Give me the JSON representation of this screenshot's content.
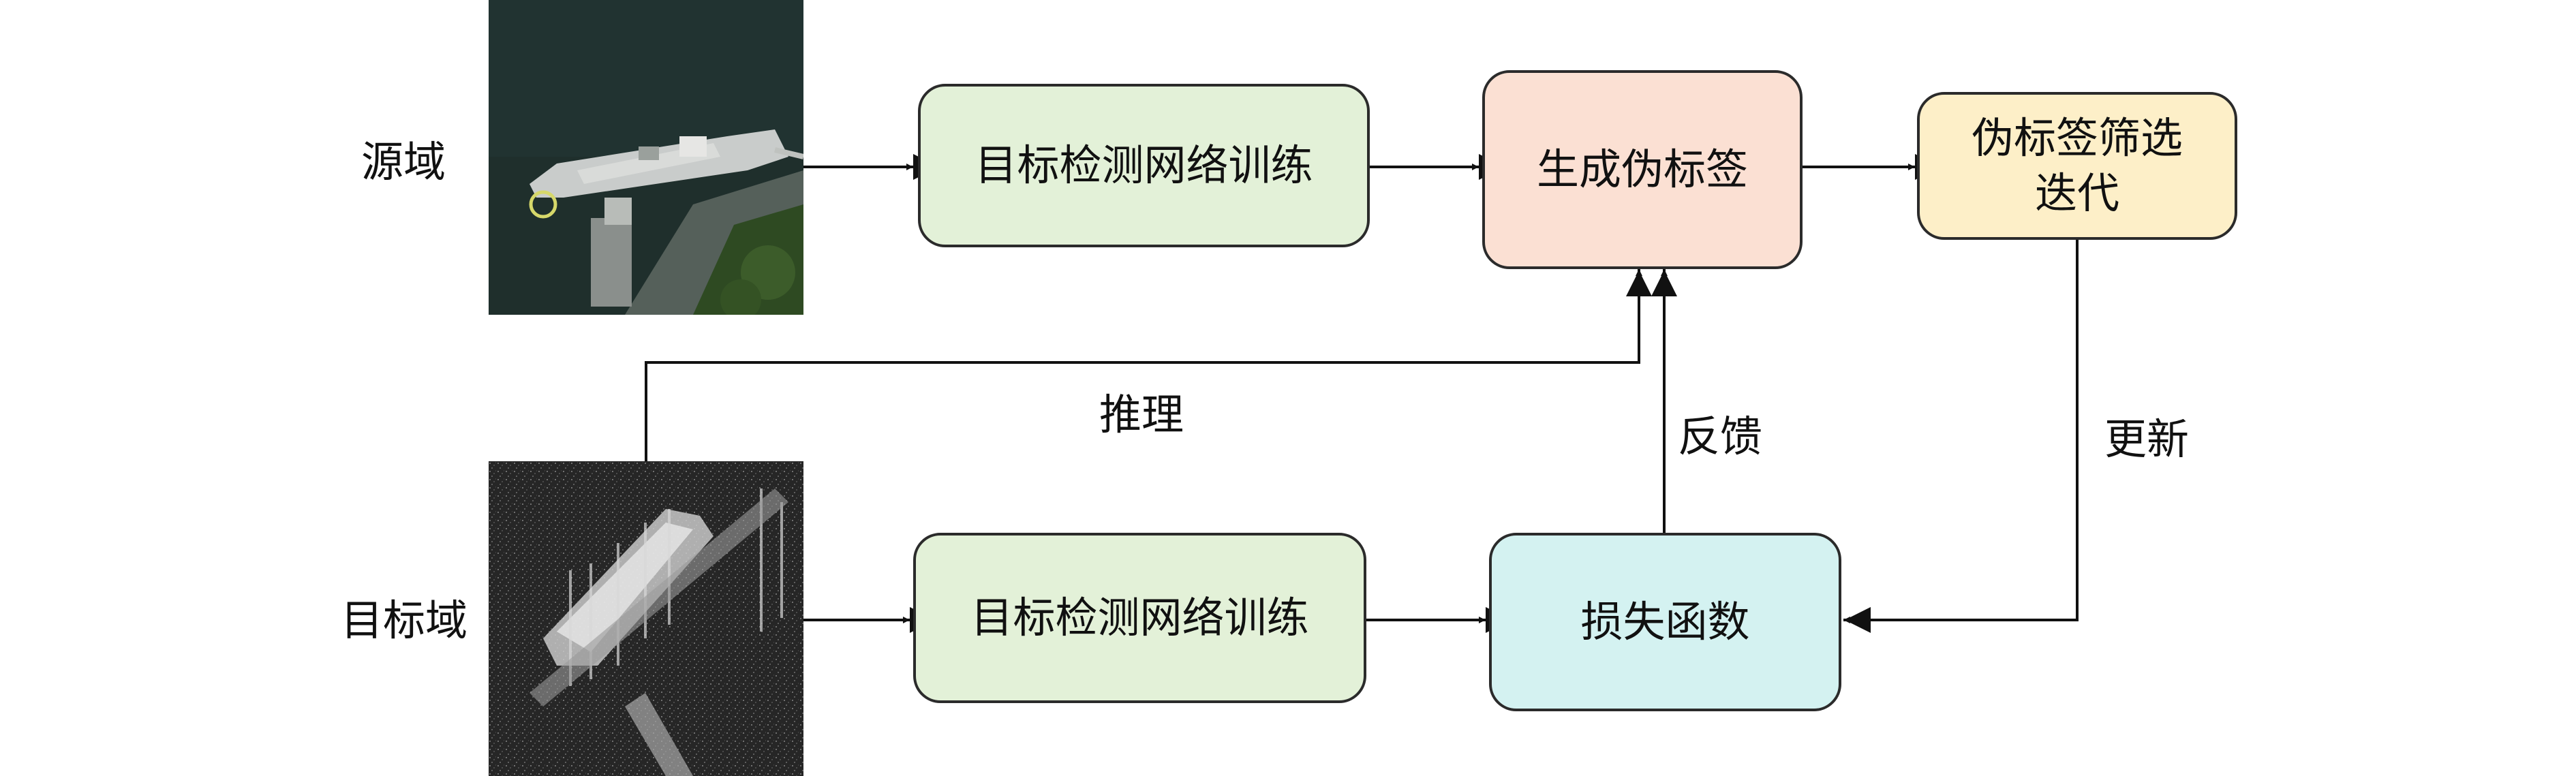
{
  "domains": {
    "source_label": "源域",
    "target_label": "目标域"
  },
  "nodes": {
    "train_source": "目标检测网络训练",
    "pseudo_label": "生成伪标签",
    "filter_iterate": "伪标签筛选\n迭代",
    "train_target": "目标检测网络训练",
    "loss": "损失函数"
  },
  "edge_labels": {
    "inference": "推理",
    "feedback": "反馈",
    "update": "更新"
  },
  "colors": {
    "train_fill": "#e3f1d8",
    "pseudo_fill": "#fbe0d3",
    "filter_fill": "#fdefc8",
    "loss_fill": "#d4f2f1",
    "stroke": "#2b2b2b"
  },
  "images": {
    "source": "optical satellite image of a ship docked at a pier",
    "target": "SAR radar image of a ship near a pier"
  }
}
